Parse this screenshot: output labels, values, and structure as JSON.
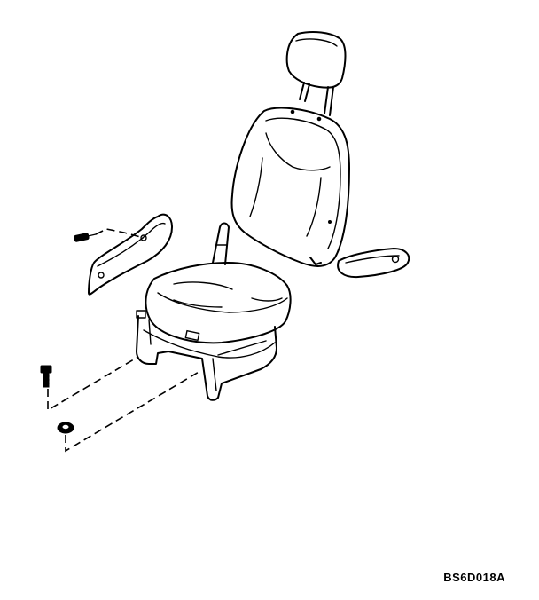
{
  "figure": {
    "code": "BS6D018A",
    "parts": [
      {
        "name": "headrest",
        "icon": "headrest-icon"
      },
      {
        "name": "seat-back",
        "icon": "seat-back-icon"
      },
      {
        "name": "armrest",
        "icon": "armrest-icon"
      },
      {
        "name": "side-cover",
        "icon": "side-cover-icon"
      },
      {
        "name": "side-cover-screw",
        "icon": "screw-icon"
      },
      {
        "name": "seat-cushion",
        "icon": "seat-cushion-icon"
      },
      {
        "name": "seat-base",
        "icon": "seat-base-icon"
      },
      {
        "name": "mounting-bolt",
        "icon": "bolt-icon"
      },
      {
        "name": "washer",
        "icon": "washer-icon"
      }
    ],
    "line_color": "#000000",
    "background": "#ffffff"
  }
}
